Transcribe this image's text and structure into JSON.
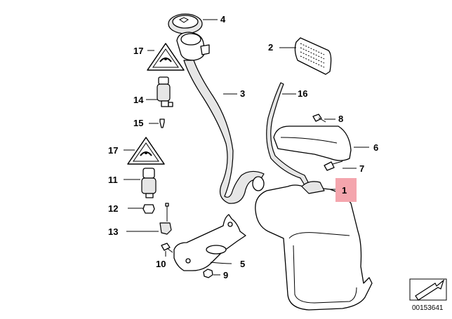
{
  "callouts": {
    "c1": "1",
    "c2": "2",
    "c3": "3",
    "c4": "4",
    "c5": "5",
    "c6": "6",
    "c7": "7",
    "c8": "8",
    "c9": "9",
    "c10": "10",
    "c11": "11",
    "c12": "12",
    "c13": "13",
    "c14": "14",
    "c15": "15",
    "c16": "16",
    "c17a": "17",
    "c17b": "17"
  },
  "highlight_color": "#f4a5ad",
  "reference": "00153641",
  "icons": {
    "warning_triangle": "warning-triangle-icon",
    "direction_arrow": "view-arrow-icon"
  }
}
